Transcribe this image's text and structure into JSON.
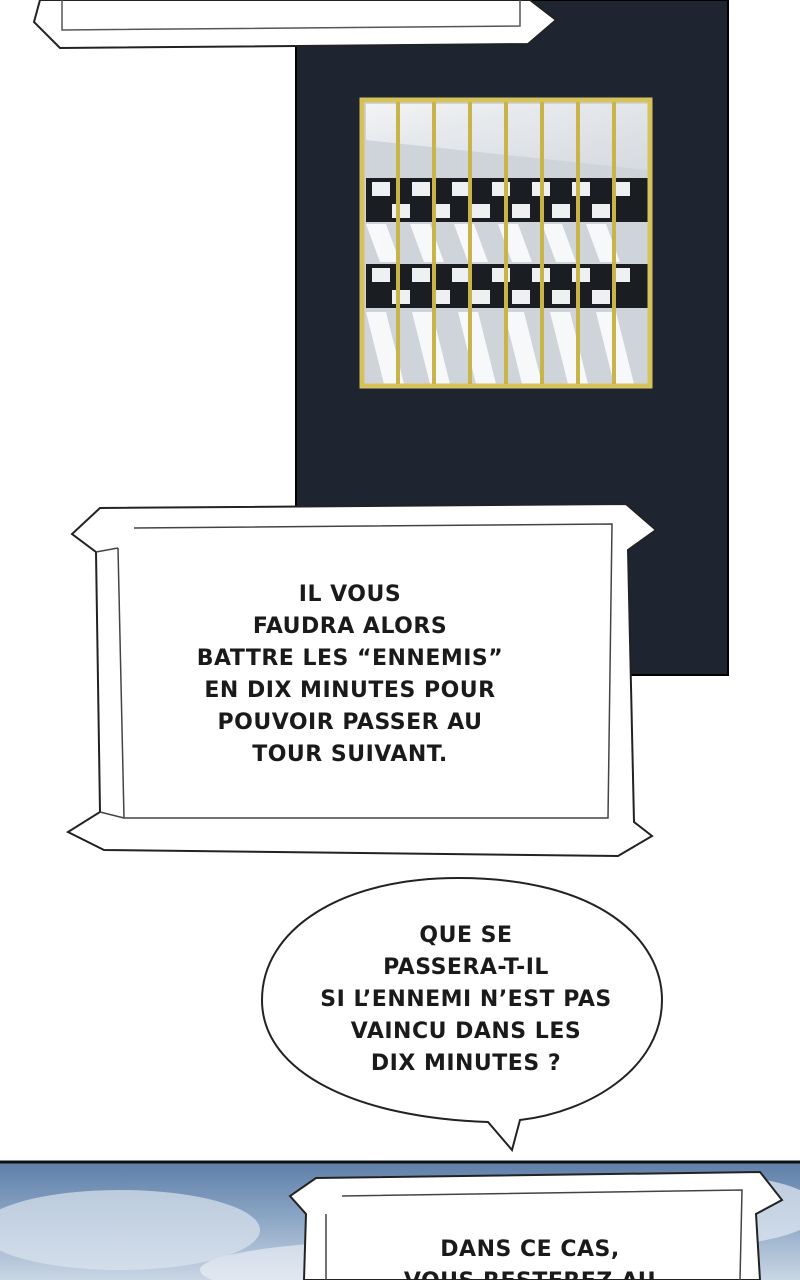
{
  "panels": {
    "top_caption": {
      "lines": []
    },
    "caption_rules": {
      "lines": [
        "IL VOUS",
        "FAUDRA ALORS",
        "BATTRE LES “ENNEMIS”",
        "EN DIX MINUTES POUR",
        "POUVOIR PASSER AU",
        "TOUR SUIVANT."
      ]
    },
    "speech_question": {
      "lines": [
        "QUE SE",
        "PASSERA-T-IL",
        "SI L’ENNEMI N’EST PAS",
        "VAINCU DANS LES",
        "DIX MINUTES ?"
      ]
    },
    "caption_bottom": {
      "lines": [
        "DANS CE CAS,",
        "VOUS RESTEREZ AU"
      ]
    }
  },
  "colors": {
    "dark_wall": "#1e2430",
    "bar_gold": "#d6c25a",
    "sky_blue": "#6d8fb8"
  }
}
